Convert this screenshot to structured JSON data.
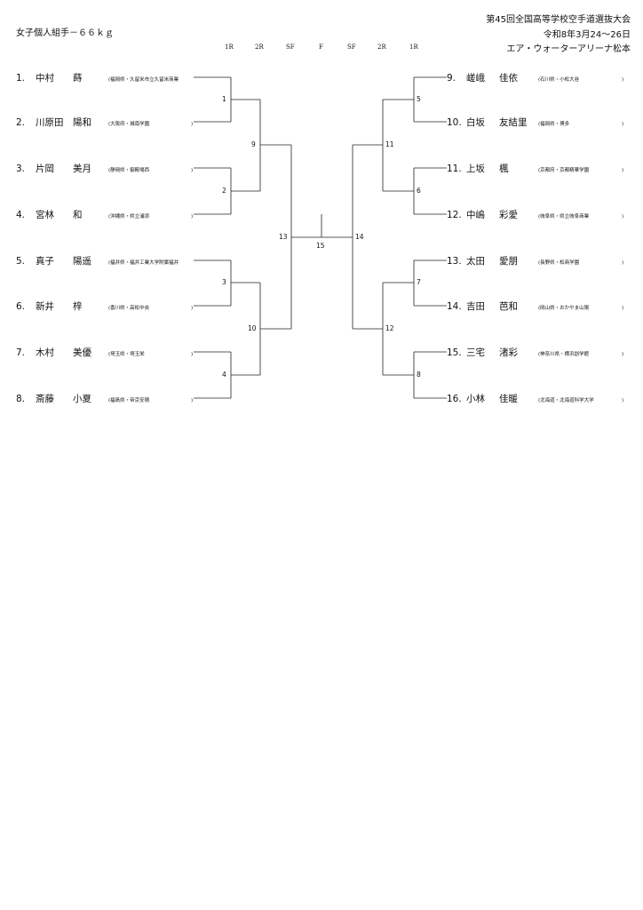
{
  "event_title": "女子個人組手－６６ｋｇ",
  "tournament": {
    "name": "第45回全国高等学校空手道選抜大会",
    "dates": "令和8年3月24～26日",
    "venue": "エア・ウォーターアリーナ松本"
  },
  "rounds": {
    "left": [
      "1R",
      "2R",
      "SF"
    ],
    "final": "F",
    "right": [
      "SF",
      "2R",
      "1R"
    ]
  },
  "players_left": [
    {
      "seed": "1.",
      "surname": "中村",
      "given": "蒔",
      "school": "(福岡県・久留米市立久留米商業",
      "close": ""
    },
    {
      "seed": "2.",
      "surname": "川原田",
      "given": "陽和",
      "school": "(大阪府・城南学園",
      "close": ")"
    },
    {
      "seed": "3.",
      "surname": "片岡",
      "given": "美月",
      "school": "(静岡県・御殿場西",
      "close": ")"
    },
    {
      "seed": "4.",
      "surname": "宮林",
      "given": "和",
      "school": "(沖縄県・県立浦添",
      "close": ")"
    },
    {
      "seed": "5.",
      "surname": "真子",
      "given": "陽遥",
      "school": "(福井県・福井工業大学附属福井",
      "close": ""
    },
    {
      "seed": "6.",
      "surname": "新井",
      "given": "梓",
      "school": "(香川県・高松中央",
      "close": ")"
    },
    {
      "seed": "7.",
      "surname": "木村",
      "given": "美優",
      "school": "(埼玉県・埼玉栄",
      "close": ")"
    },
    {
      "seed": "8.",
      "surname": "斎藤",
      "given": "小夏",
      "school": "(福島県・帝京安積",
      "close": ")"
    }
  ],
  "players_right": [
    {
      "seed": "9.",
      "surname": "嵯峨",
      "given": "佳依",
      "school": "(石川県・小松大谷",
      "close": ")"
    },
    {
      "seed": "10.",
      "surname": "白坂",
      "given": "友結里",
      "school": "(福岡県・博多",
      "close": ")"
    },
    {
      "seed": "11.",
      "surname": "上坂",
      "given": "楓",
      "school": "(京都府・京都精華学園",
      "close": ")"
    },
    {
      "seed": "12.",
      "surname": "中嶋",
      "given": "彩愛",
      "school": "(岐阜県・県立岐阜商業",
      "close": ")"
    },
    {
      "seed": "13.",
      "surname": "太田",
      "given": "愛朋",
      "school": "(長野県・松商学園",
      "close": ")"
    },
    {
      "seed": "14.",
      "surname": "吉田",
      "given": "芭和",
      "school": "(岡山県・おかやま山陽",
      "close": ")"
    },
    {
      "seed": "15.",
      "surname": "三宅",
      "given": "渚彩",
      "school": "(神奈川県・横浜創学館",
      "close": ")"
    },
    {
      "seed": "16.",
      "surname": "小林",
      "given": "佳暖",
      "school": "(北海道・北海道科学大学",
      "close": ")"
    }
  ],
  "match_numbers": {
    "m1": "1",
    "m2": "2",
    "m3": "3",
    "m4": "4",
    "m5": "5",
    "m6": "6",
    "m7": "7",
    "m8": "8",
    "m9": "9",
    "m10": "10",
    "m11": "11",
    "m12": "12",
    "m13": "13",
    "m14": "14",
    "m15": "15"
  }
}
